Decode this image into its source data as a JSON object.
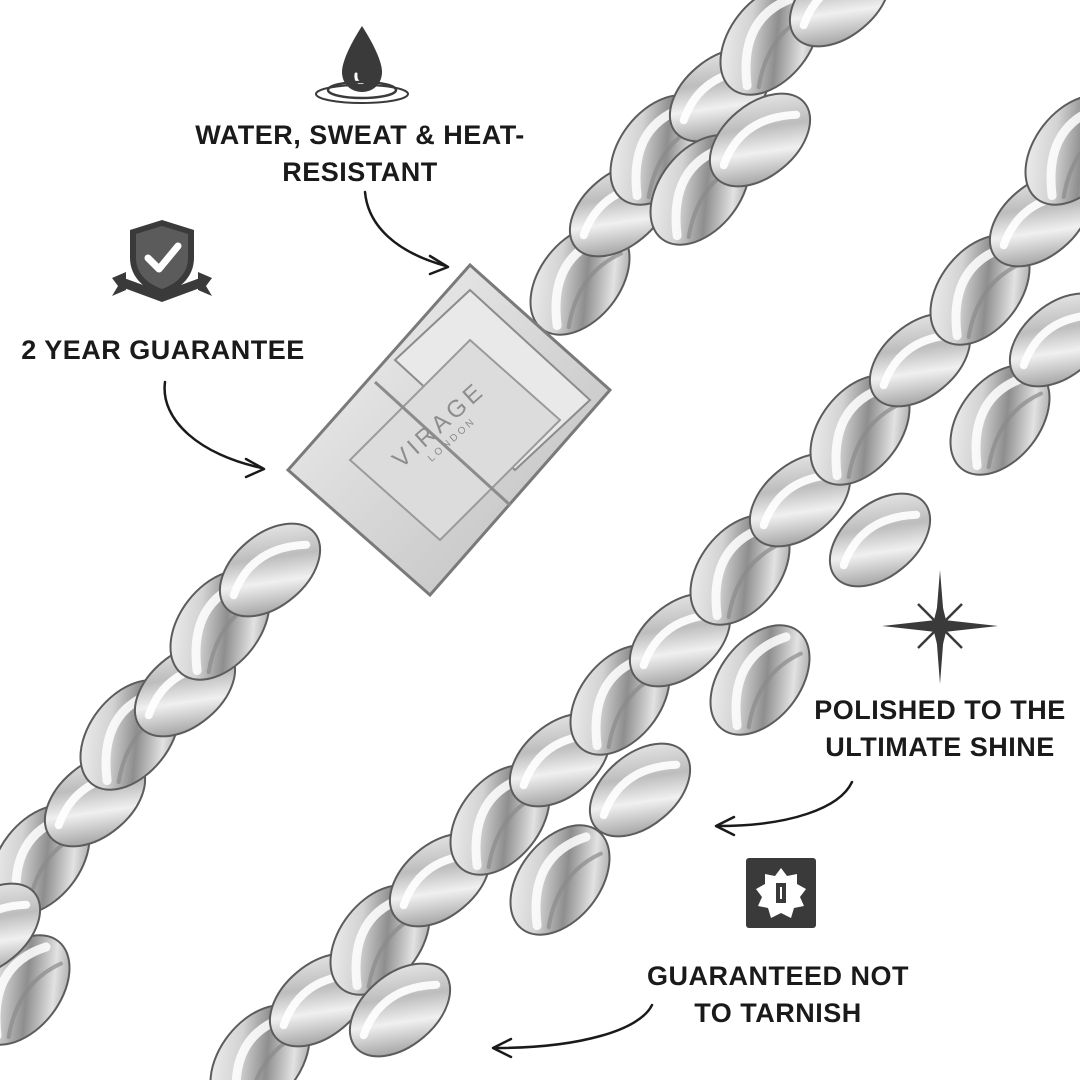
{
  "brand": {
    "name": "VIRAGE",
    "sub": "LONDON"
  },
  "features": {
    "water": {
      "line1": "WATER, SWEAT & HEAT-",
      "line2": "RESISTANT",
      "icon": "water-drop-icon"
    },
    "guarantee": {
      "text": "2 YEAR GUARANTEE",
      "icon": "shield-check-icon"
    },
    "polished": {
      "line1": "POLISHED TO THE",
      "line2": "ULTIMATE SHINE",
      "icon": "sparkle-icon"
    },
    "tarnish": {
      "line1": "GUARANTEED NOT",
      "line2": "TO TARNISH",
      "icon": "badge-icon"
    }
  },
  "colors": {
    "text": "#1a1a1a",
    "icon": "#3a3a3a",
    "steel_light": "#f4f4f4",
    "steel_mid": "#b9b9b9",
    "steel_dark": "#6d6d6d"
  }
}
